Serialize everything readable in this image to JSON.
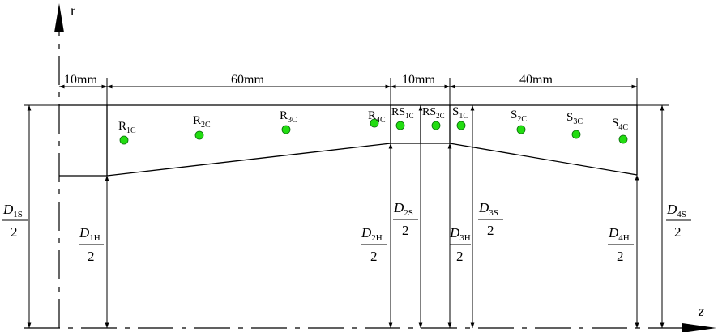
{
  "axes": {
    "r_label": "r",
    "z_label": "z"
  },
  "dimensions": {
    "seg1": "10mm",
    "seg2": "60mm",
    "seg3": "10mm",
    "seg4": "40mm"
  },
  "points": [
    {
      "id": "R1",
      "base": "R",
      "sub": "1C"
    },
    {
      "id": "R2",
      "base": "R",
      "sub": "2C"
    },
    {
      "id": "R3",
      "base": "R",
      "sub": "3C"
    },
    {
      "id": "R4",
      "base": "R",
      "sub": "4C"
    },
    {
      "id": "RS1",
      "base": "RS",
      "sub": "1C"
    },
    {
      "id": "RS2",
      "base": "RS",
      "sub": "2C"
    },
    {
      "id": "S1",
      "base": "S",
      "sub": "1C"
    },
    {
      "id": "S2",
      "base": "S",
      "sub": "2C"
    },
    {
      "id": "S3",
      "base": "S",
      "sub": "3C"
    },
    {
      "id": "S4",
      "base": "S",
      "sub": "4C"
    }
  ],
  "diameters": [
    {
      "id": "D1S",
      "num": "D",
      "sub": "1S",
      "den": "2"
    },
    {
      "id": "D1H",
      "num": "D",
      "sub": "1H",
      "den": "2"
    },
    {
      "id": "D2H",
      "num": "D",
      "sub": "2H",
      "den": "2"
    },
    {
      "id": "D2S",
      "num": "D",
      "sub": "2S",
      "den": "2"
    },
    {
      "id": "D3H",
      "num": "D",
      "sub": "3H",
      "den": "2"
    },
    {
      "id": "D3S",
      "num": "D",
      "sub": "3S",
      "den": "2"
    },
    {
      "id": "D4H",
      "num": "D",
      "sub": "4H",
      "den": "2"
    },
    {
      "id": "D4S",
      "num": "D",
      "sub": "4S",
      "den": "2"
    }
  ],
  "colors": {
    "point_fill": "#22dd11",
    "line": "#000000"
  }
}
